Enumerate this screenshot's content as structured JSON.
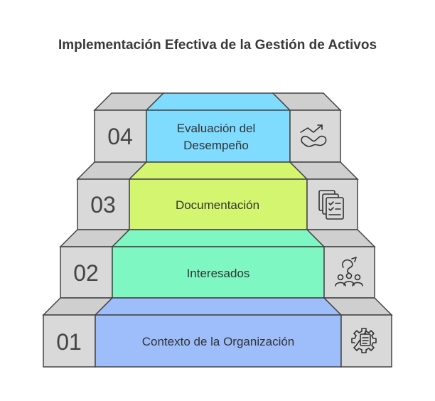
{
  "title": "Implementación Efectiva de la Gestión de Activos",
  "steps": [
    {
      "number": "04",
      "label_line1": "Evaluación del",
      "label_line2": "Desempeño",
      "color": "#7fdcff",
      "icon": "performance-trend-icon"
    },
    {
      "number": "03",
      "label_line1": "Documentación",
      "label_line2": "",
      "color": "#d4f56f",
      "icon": "documents-checklist-icon"
    },
    {
      "number": "02",
      "label_line1": "Interesados",
      "label_line2": "",
      "color": "#7ff7c3",
      "icon": "stakeholders-icon"
    },
    {
      "number": "01",
      "label_line1": "Contexto de la Organización",
      "label_line2": "",
      "color": "#9dbdfb",
      "icon": "organization-gear-icon"
    }
  ],
  "colors": {
    "gray_face": "#d9d9d9",
    "gray_top": "#cfcfcf",
    "outline": "#444444"
  }
}
